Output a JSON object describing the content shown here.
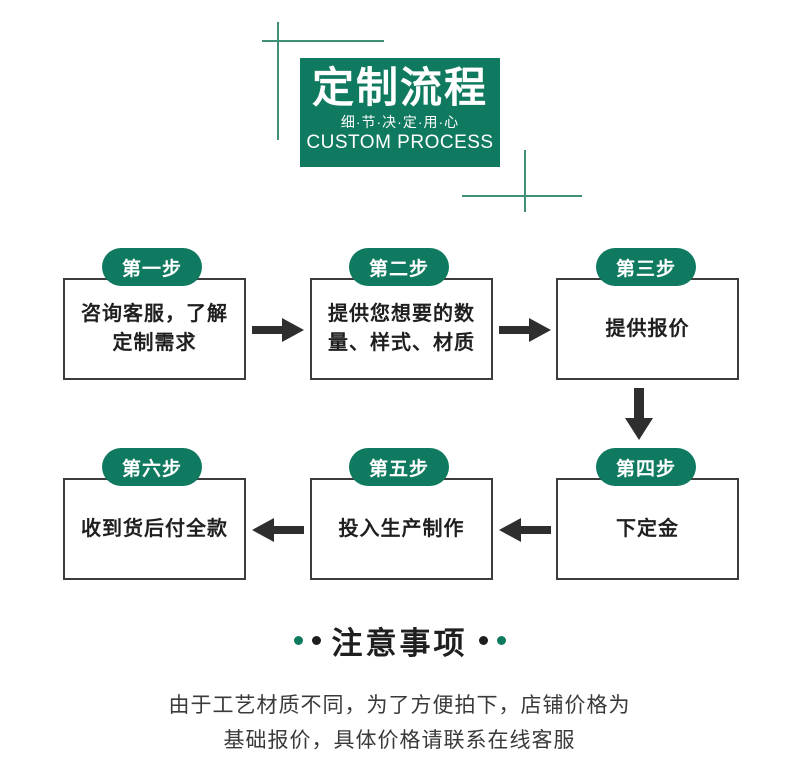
{
  "header": {
    "title_cn": "定制流程",
    "subtitle_cn": "细·节·决·定·用·心",
    "subtitle_en": "CUSTOM PROCESS",
    "banner_color": "#0f7a5f",
    "accent_line_color": "#3f8f79"
  },
  "flow": {
    "steps": [
      {
        "badge": "第一步",
        "text": "咨询客服，了解\n定制需求"
      },
      {
        "badge": "第二步",
        "text": "提供您想要的数\n量、样式、材质"
      },
      {
        "badge": "第三步",
        "text": "提供报价"
      },
      {
        "badge": "第四步",
        "text": "下定金"
      },
      {
        "badge": "第五步",
        "text": "投入生产制作"
      },
      {
        "badge": "第六步",
        "text": "收到货后付全款"
      }
    ],
    "arrows": [
      {
        "name": "arrow-step1-to-step2",
        "direction": "right"
      },
      {
        "name": "arrow-step2-to-step3",
        "direction": "right"
      },
      {
        "name": "arrow-step3-to-step4",
        "direction": "down"
      },
      {
        "name": "arrow-step4-to-step5",
        "direction": "left"
      },
      {
        "name": "arrow-step5-to-step6",
        "direction": "left"
      }
    ],
    "box_border_color": "#3c3c3c",
    "arrow_color": "#2e2e2e"
  },
  "notice": {
    "title": "注意事项",
    "line1": "由于工艺材质不同，为了方便拍下，店铺价格为",
    "line2": "基础报价，具体价格请联系在线客服",
    "dot_left_outer_color": "#0f7a5f",
    "dot_left_inner_color": "#1f1f1f",
    "dot_right_inner_color": "#1f1f1f",
    "dot_right_outer_color": "#0f7a5f"
  }
}
